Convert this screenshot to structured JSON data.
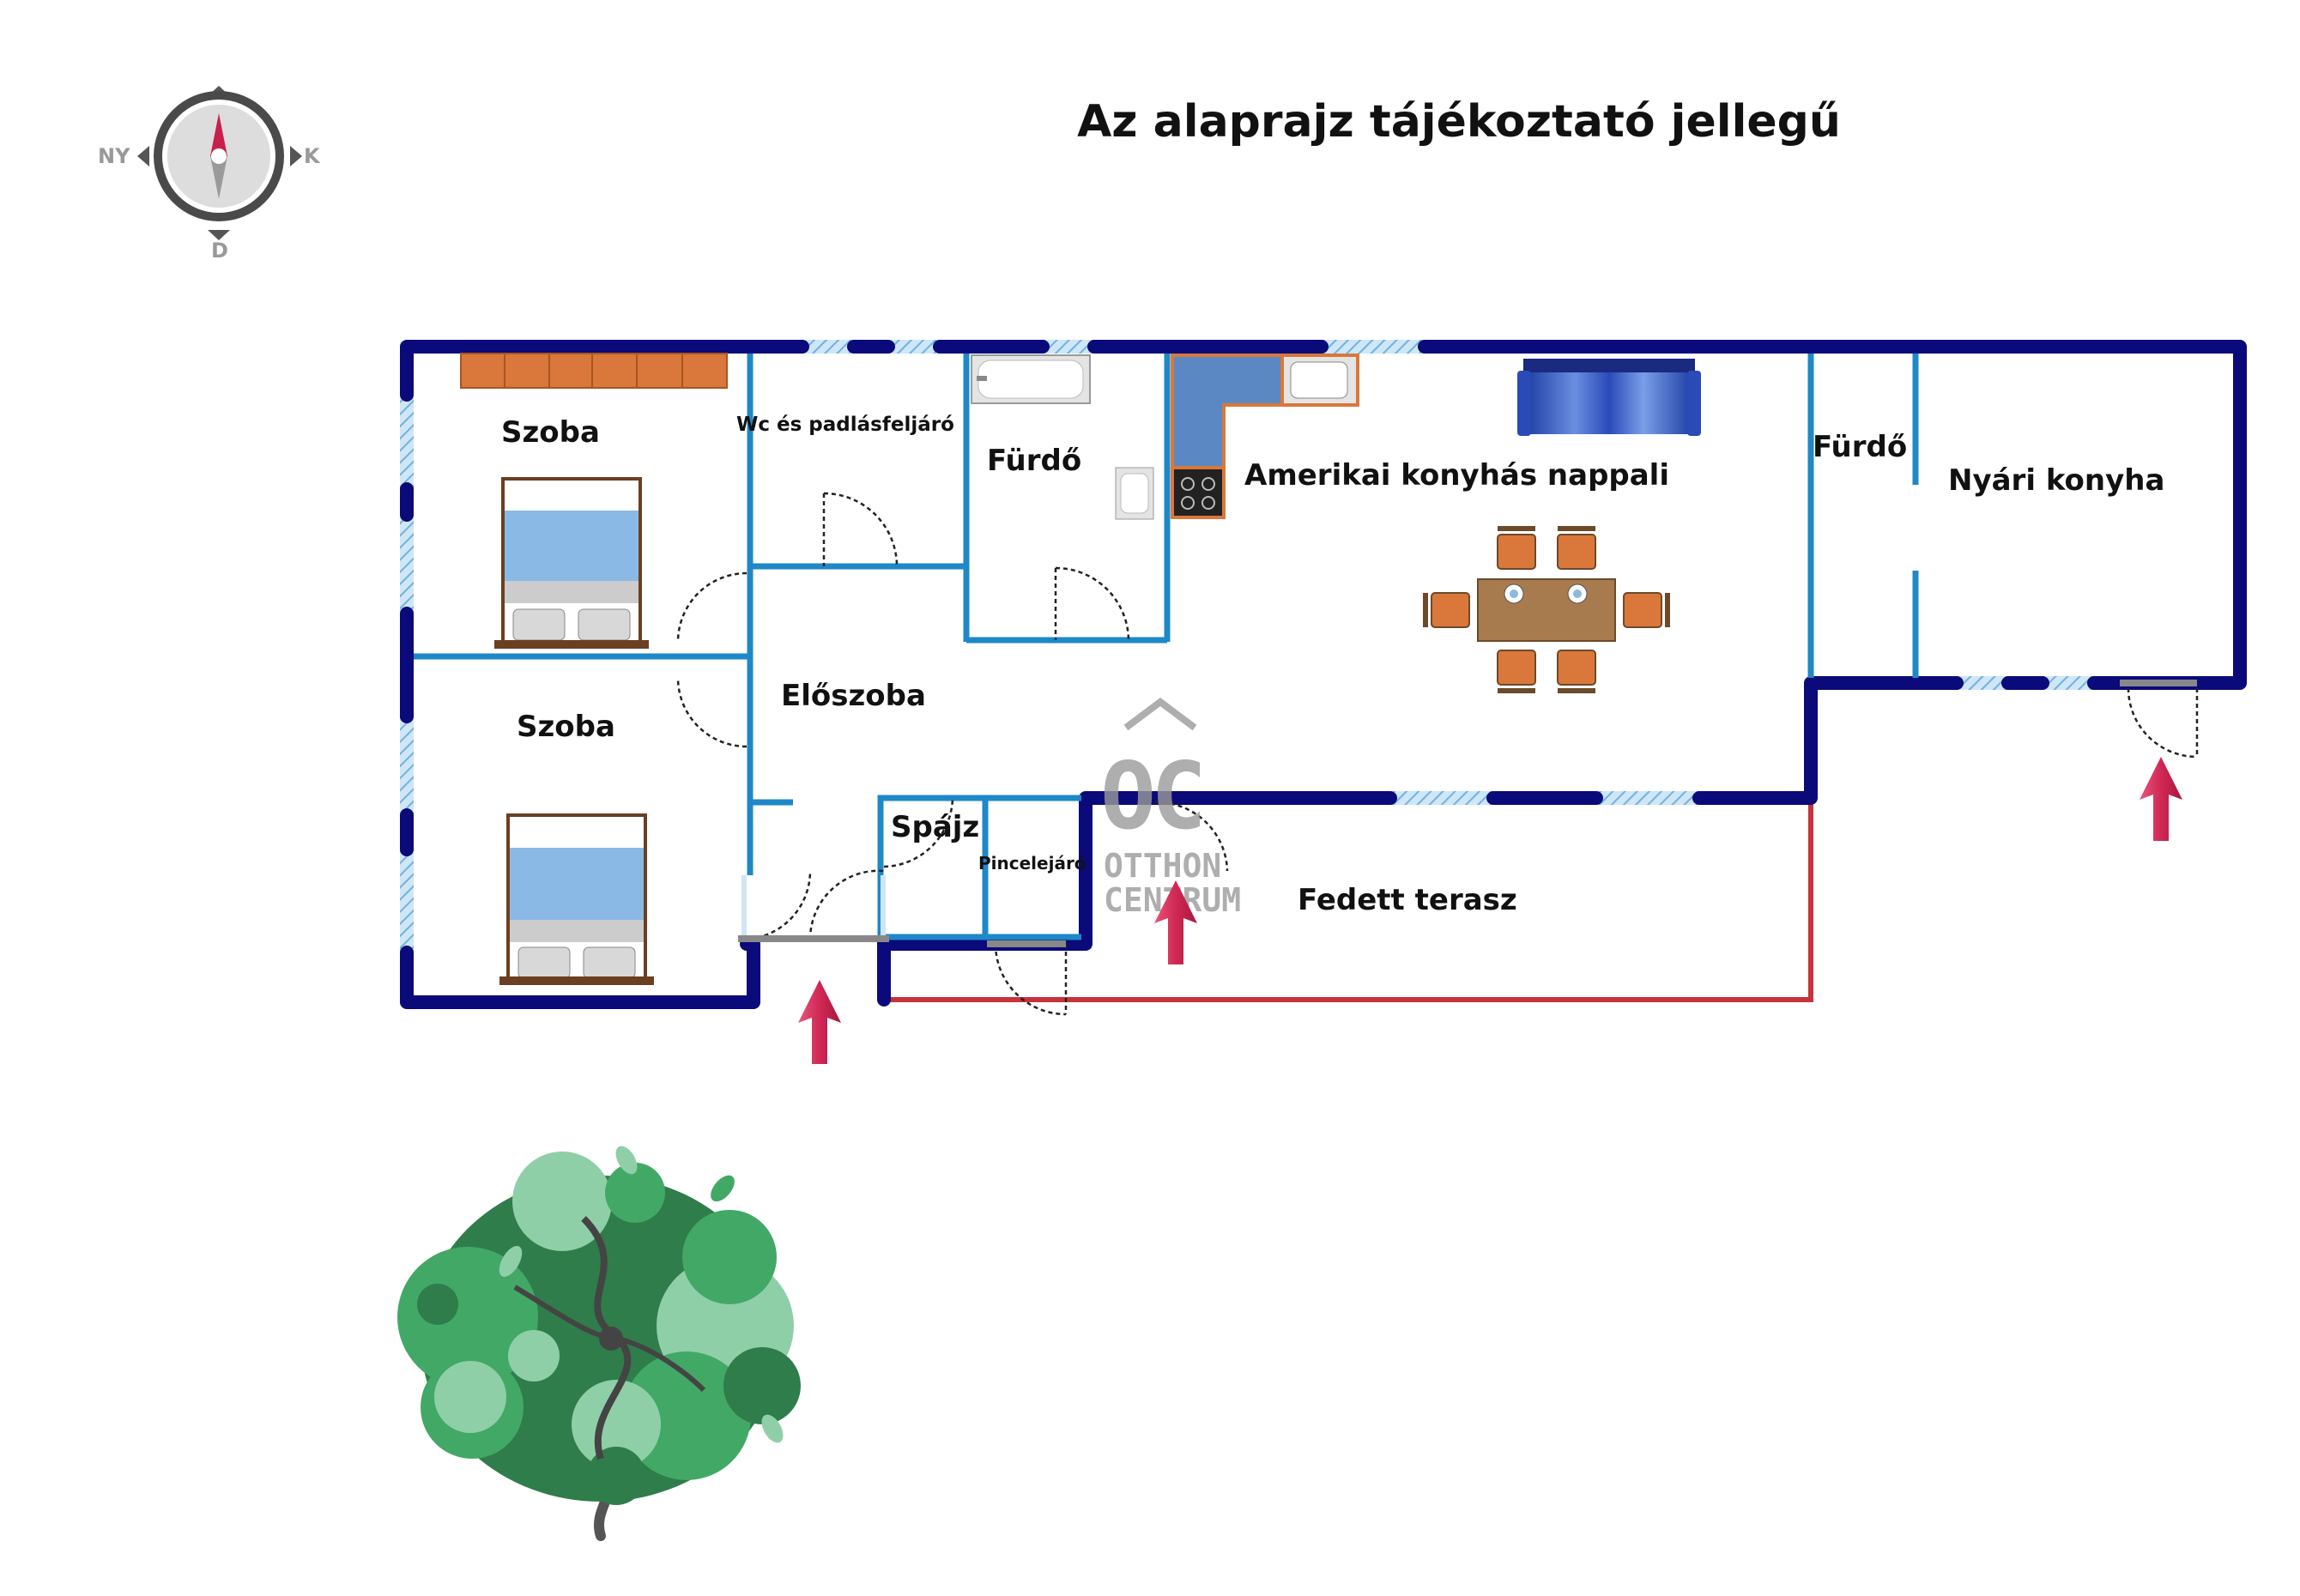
{
  "title": "Az alaprajz tájékoztató jellegű",
  "compass": {
    "west": "NY",
    "east": "K",
    "south": "D"
  },
  "rooms": {
    "szoba_top": "Szoba",
    "szoba_bottom": "Szoba",
    "wc": "Wc és padlásfeljáró",
    "furdo": "Fürdő",
    "nappali": "Amerikai konyhás nappali",
    "furdo2": "Fürdő",
    "nyari_konyha": "Nyári konyha",
    "eloszoba": "Előszoba",
    "spajz": "Spájz",
    "pincelejaro": "Pincelejáró",
    "terasz": "Fedett terasz"
  },
  "watermark": {
    "monogram": "OC",
    "line1": "OTTHON",
    "line2": "CENTRUM"
  },
  "colors": {
    "outer_wall": "#0a0a7a",
    "inner_wall": "#1e88c8",
    "terrace_line": "#c8323c",
    "entry_arrow": "#d02855",
    "window": "#9fcbe8",
    "furniture_orange": "#d9783a",
    "bed_blue": "#8ab9e5",
    "plant_green": "#3c9a5c"
  }
}
